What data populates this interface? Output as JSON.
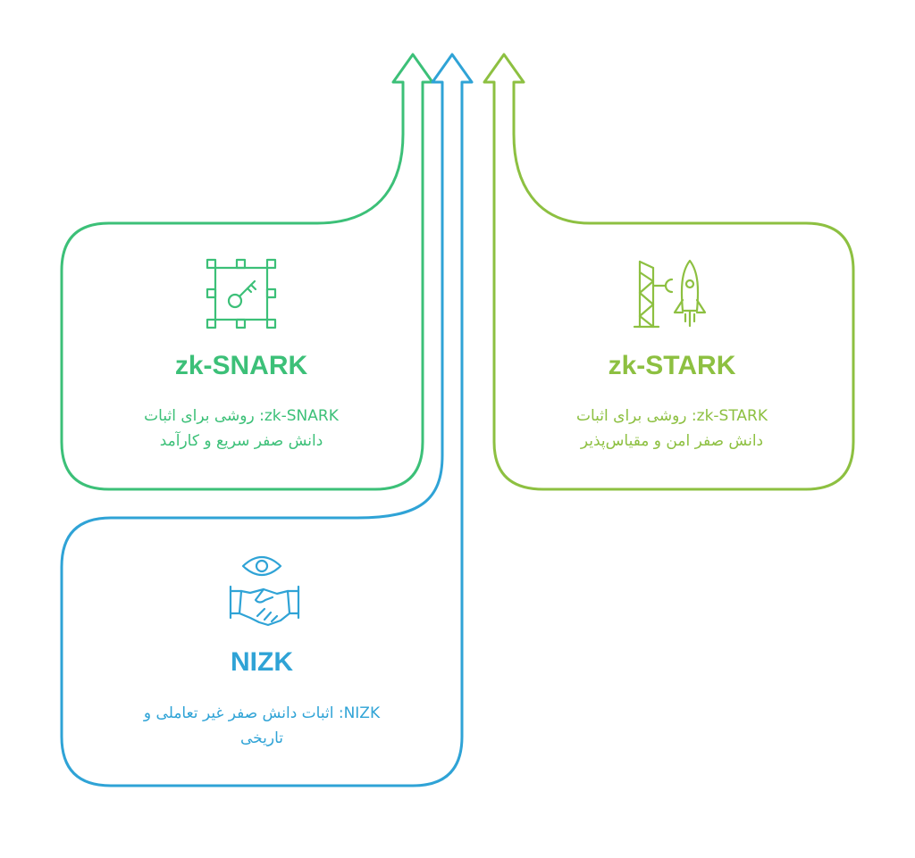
{
  "colors": {
    "snark": "#3cc078",
    "nizk": "#2fa3d6",
    "stark": "#8dc041"
  },
  "cards": {
    "snark": {
      "title": "zk-SNARK",
      "desc_line1": "zk-SNARK: روشی برای اثبات",
      "desc_line2": "دانش صفر سریع و کارآمد",
      "icon": "key-in-frame-icon"
    },
    "stark": {
      "title": "zk-STARK",
      "desc_line1": "zk-STARK: روشی برای اثبات",
      "desc_line2": "دانش صفر امن و مقیاس‌پذیر",
      "icon": "rocket-launch-tower-icon"
    },
    "nizk": {
      "title": "NIZK",
      "desc_line1": "NIZK: اثبات دانش صفر غیر تعاملی و",
      "desc_line2": "تاریخی",
      "icon": "eye-handshake-icon"
    }
  }
}
